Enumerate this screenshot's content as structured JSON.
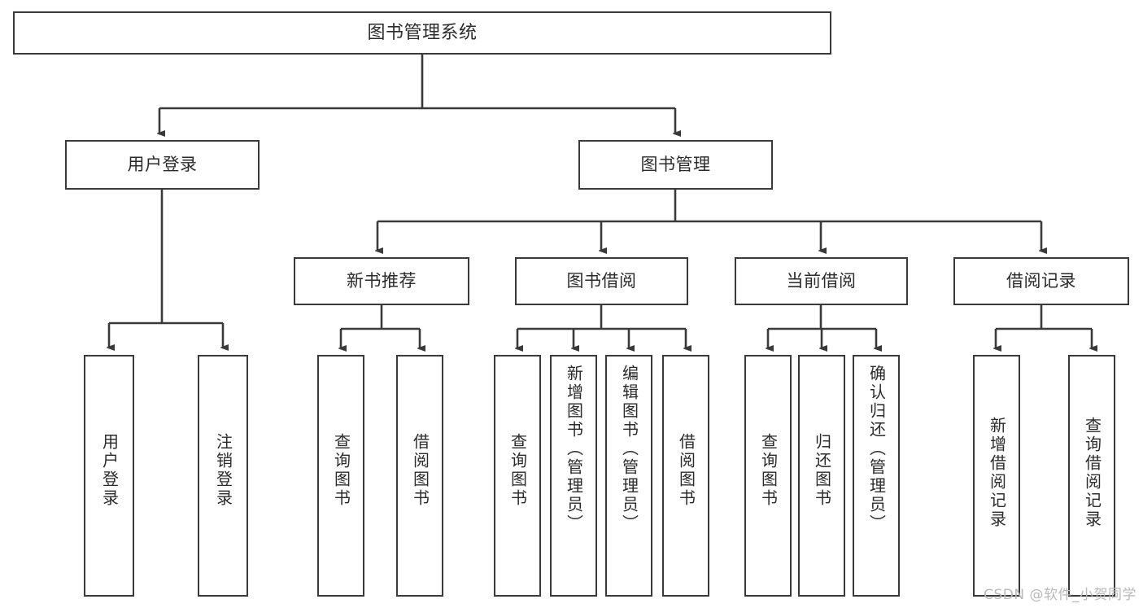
{
  "diagram": {
    "title": "图书管理系统",
    "type": "tree-hierarchy",
    "stroke_color": "#3a3a3a",
    "background_color": "#ffffff",
    "text_color": "#2b2b2b"
  },
  "nodes": {
    "root": {
      "label": "图书管理系统"
    },
    "level2": [
      {
        "label": "用户登录"
      },
      {
        "label": "图书管理"
      }
    ],
    "level3": [
      {
        "label": "新书推荐"
      },
      {
        "label": "图书借阅"
      },
      {
        "label": "当前借阅"
      },
      {
        "label": "借阅记录"
      }
    ],
    "leaves_user_login": [
      {
        "label": "用户登录"
      },
      {
        "label": "注销登录"
      }
    ],
    "leaves_new_book": [
      {
        "label": "查询图书"
      },
      {
        "label": "借阅图书"
      }
    ],
    "leaves_book_borrow": [
      {
        "label": "查询图书"
      },
      {
        "label": "新增图书（管理员）"
      },
      {
        "label": "编辑图书（管理员）"
      },
      {
        "label": "借阅图书"
      }
    ],
    "leaves_current_borrow": [
      {
        "label": "查询图书"
      },
      {
        "label": "归还图书"
      },
      {
        "label": "确认归还（管理员）"
      }
    ],
    "leaves_borrow_record": [
      {
        "label": "新增借阅记录"
      },
      {
        "label": "查询借阅记录"
      }
    ]
  },
  "watermark": {
    "text": "CSDN @软件_小贺同学"
  }
}
